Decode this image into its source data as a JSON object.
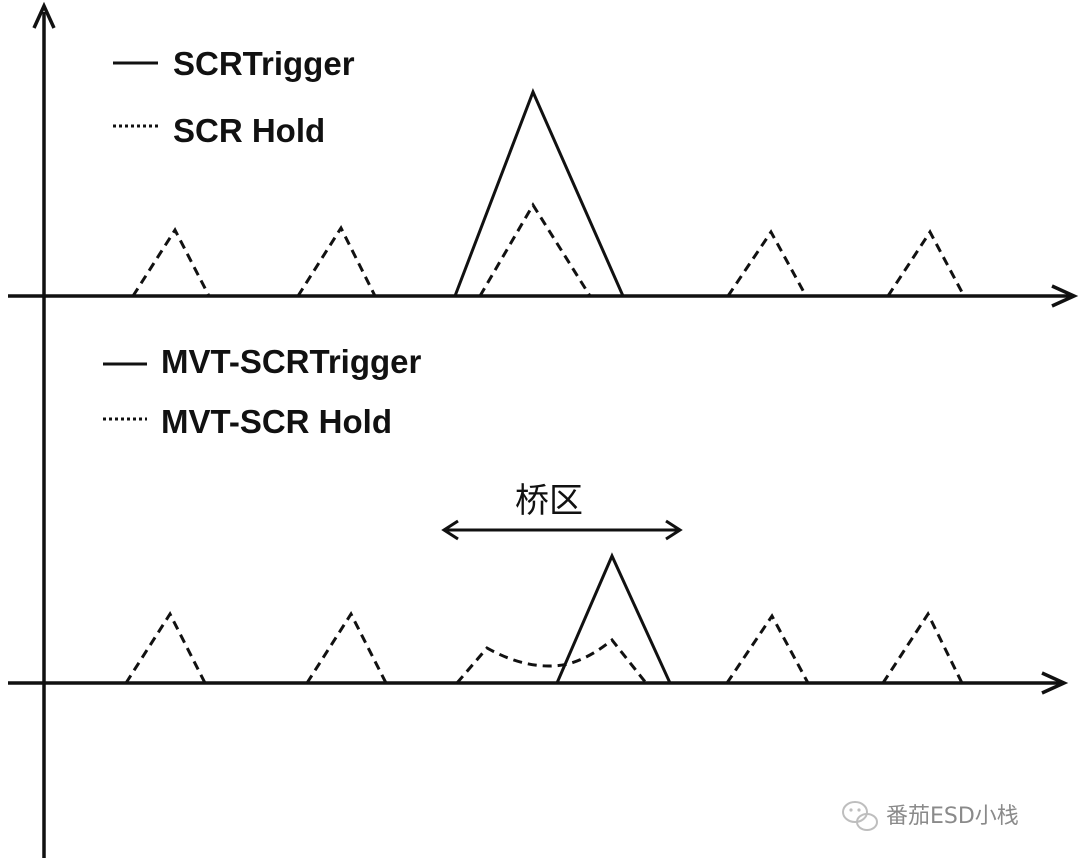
{
  "legend_top": {
    "solid_label": "SCRTrigger",
    "dashed_label": "SCR Hold"
  },
  "legend_bottom": {
    "solid_label": "MVT-SCRTrigger",
    "dashed_label": "MVT-SCR Hold"
  },
  "bridge_label": "桥区",
  "watermark": "番茄ESD小栈",
  "colors": {
    "line": "#111111",
    "background": "#ffffff",
    "watermark": "#8a8a8a"
  }
}
